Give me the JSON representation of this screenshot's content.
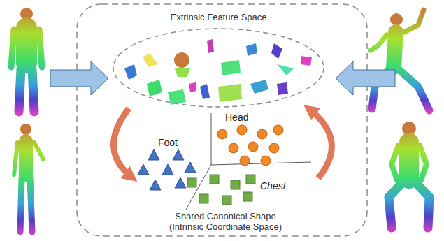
{
  "diagram": {
    "nodes": [
      {
        "text": [
          "Extrinsic Feature Space"
        ]
      },
      {
        "text": [
          "Shared Canonical Shape (Intrinsic Coordinate Space)"
        ]
      }
    ],
    "edges": [
      {
        "from": 0,
        "to": 1,
        "arrow": "to"
      },
      {
        "from": 1,
        "to": 0,
        "arrow": "to"
      }
    ],
    "labels": [
      "Foot",
      "Head",
      "Chest"
    ]
  }
}
